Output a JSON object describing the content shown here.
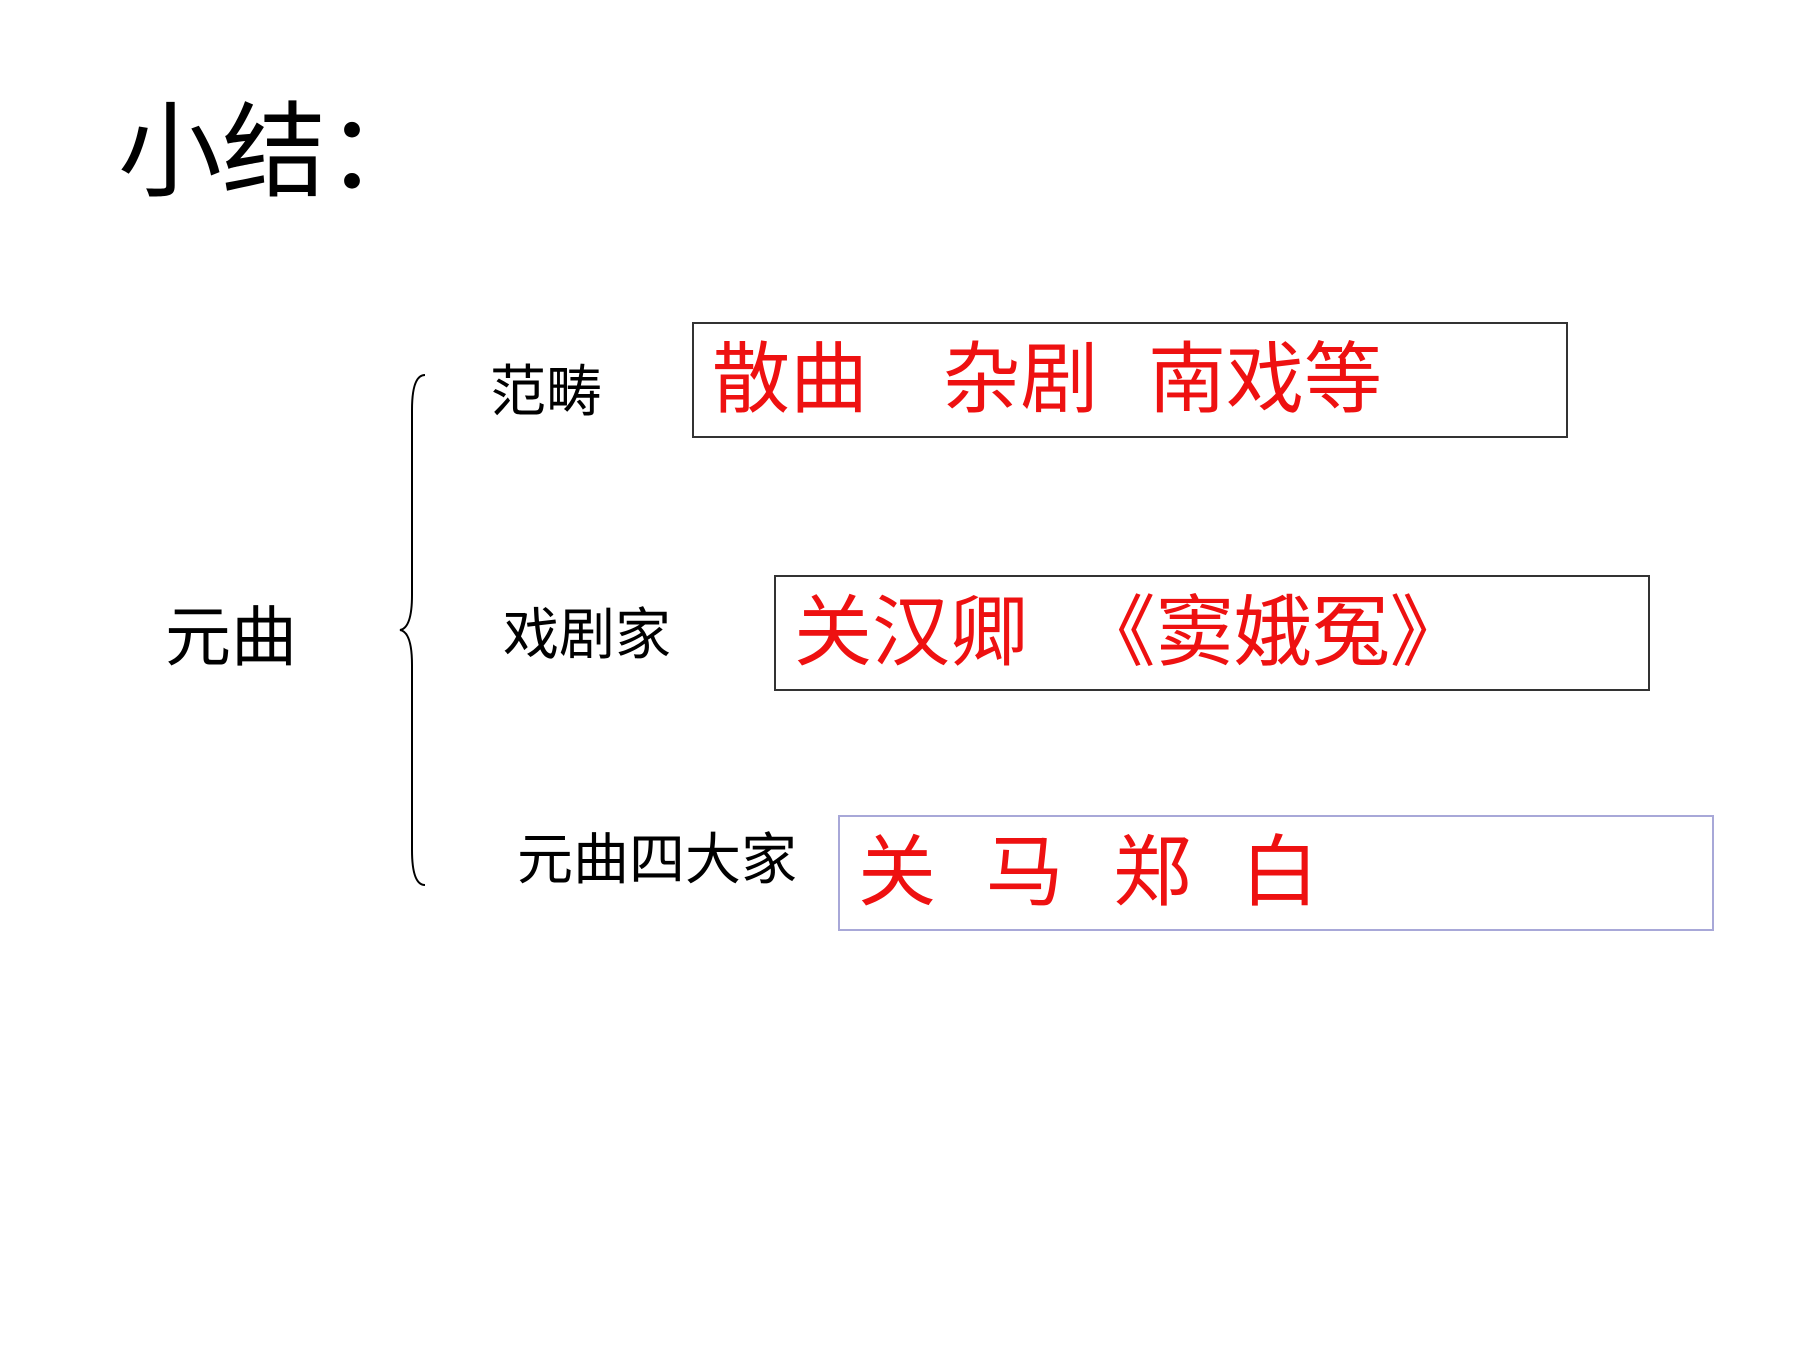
{
  "slide": {
    "title": "小结：",
    "root_label": "元曲",
    "branches": [
      {
        "label": "范畴",
        "answer": "散曲   杂剧  南戏等"
      },
      {
        "label": "戏剧家",
        "answer": "关汉卿  《窦娥冤》"
      },
      {
        "label": "元曲四大家",
        "answer": "关  马  郑  白"
      }
    ]
  },
  "colors": {
    "answer_text": "#ee1111",
    "label_text": "#000000",
    "box_border_dark": "#333333",
    "box_border_blue": "#a8a8d8"
  }
}
